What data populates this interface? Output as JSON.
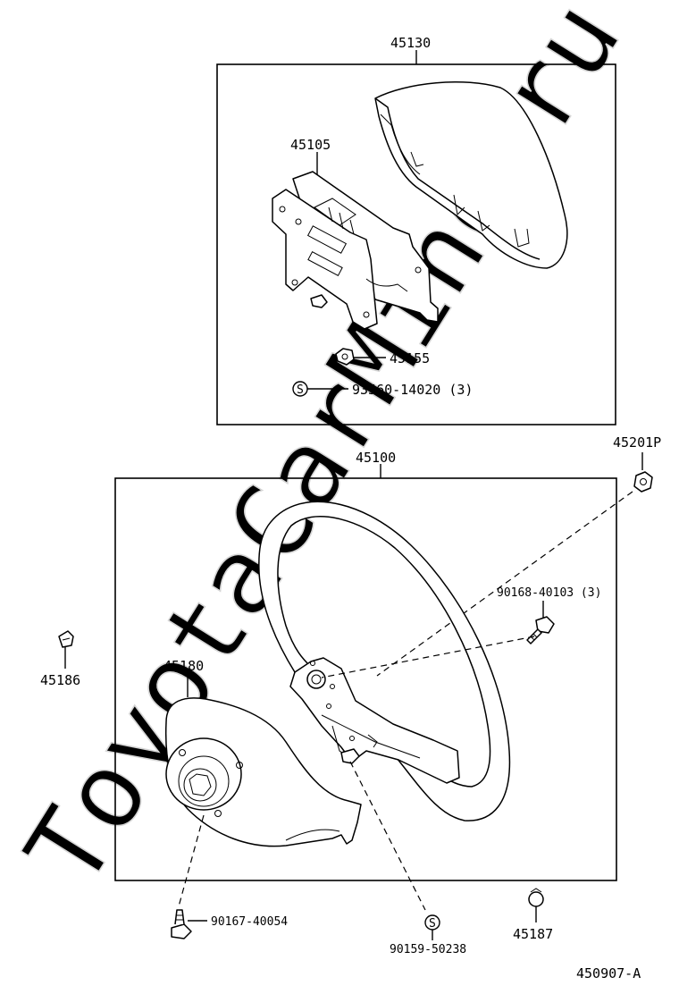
{
  "watermark": "ToyotaCarMind.ru",
  "figure_code": "450907-A",
  "parts": {
    "p45130": "45130",
    "p45105": "45105",
    "p45155": "45155",
    "p93560": "93560-14020 (3)",
    "p45100": "45100",
    "p45201P": "45201P",
    "p90168": "90168-40103 (3)",
    "p45186": "45186",
    "p45180": "45180",
    "p90167": "90167-40054",
    "p90159": "90159-50238",
    "p45187": "45187"
  },
  "symbols": {
    "s_mark": "S"
  }
}
